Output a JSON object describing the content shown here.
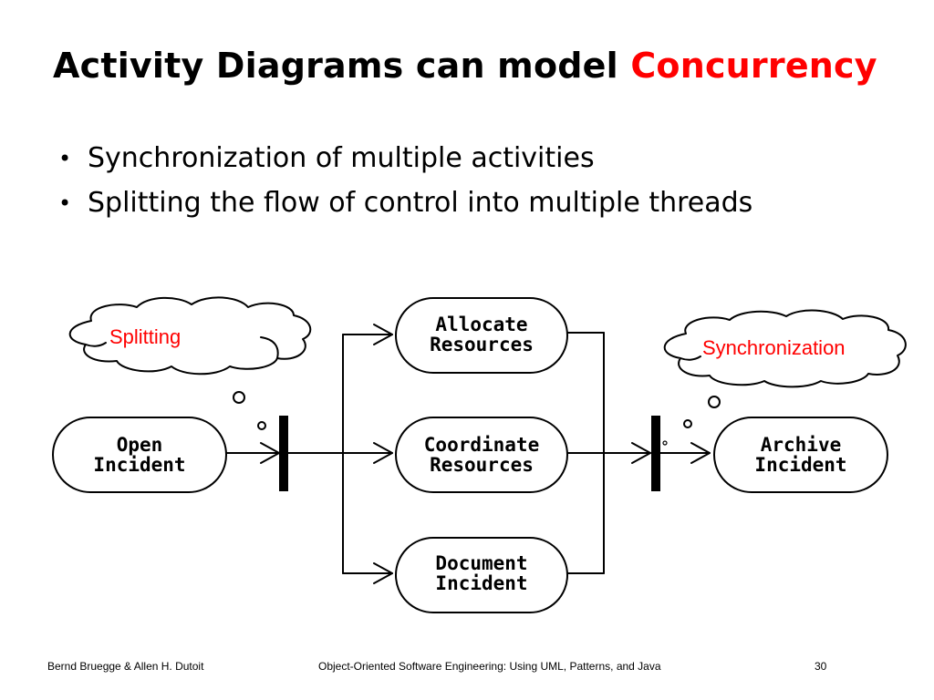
{
  "slide": {
    "title_main": "Activity Diagrams can model ",
    "title_accent": "Concurrency",
    "accent_color": "#ff0000",
    "bullets": [
      "Synchronization of multiple activities",
      "Splitting the flow of control into multiple threads"
    ]
  },
  "diagram": {
    "nodes": {
      "open_incident": [
        "Open",
        "Incident"
      ],
      "allocate_resources": [
        "Allocate",
        "Resources"
      ],
      "coordinate_resources": [
        "Coordinate",
        "Resources"
      ],
      "document_incident": [
        "Document",
        "Incident"
      ],
      "archive_incident": [
        "Archive",
        "Incident"
      ]
    },
    "callouts": {
      "splitting": "Splitting",
      "synchronization": "Synchronization"
    },
    "callout_color": "#ff0000"
  },
  "footer": {
    "authors": "Bernd Bruegge & Allen H. Dutoit",
    "book": "Object-Oriented Software Engineering: Using UML, Patterns, and Java",
    "page": "30"
  }
}
